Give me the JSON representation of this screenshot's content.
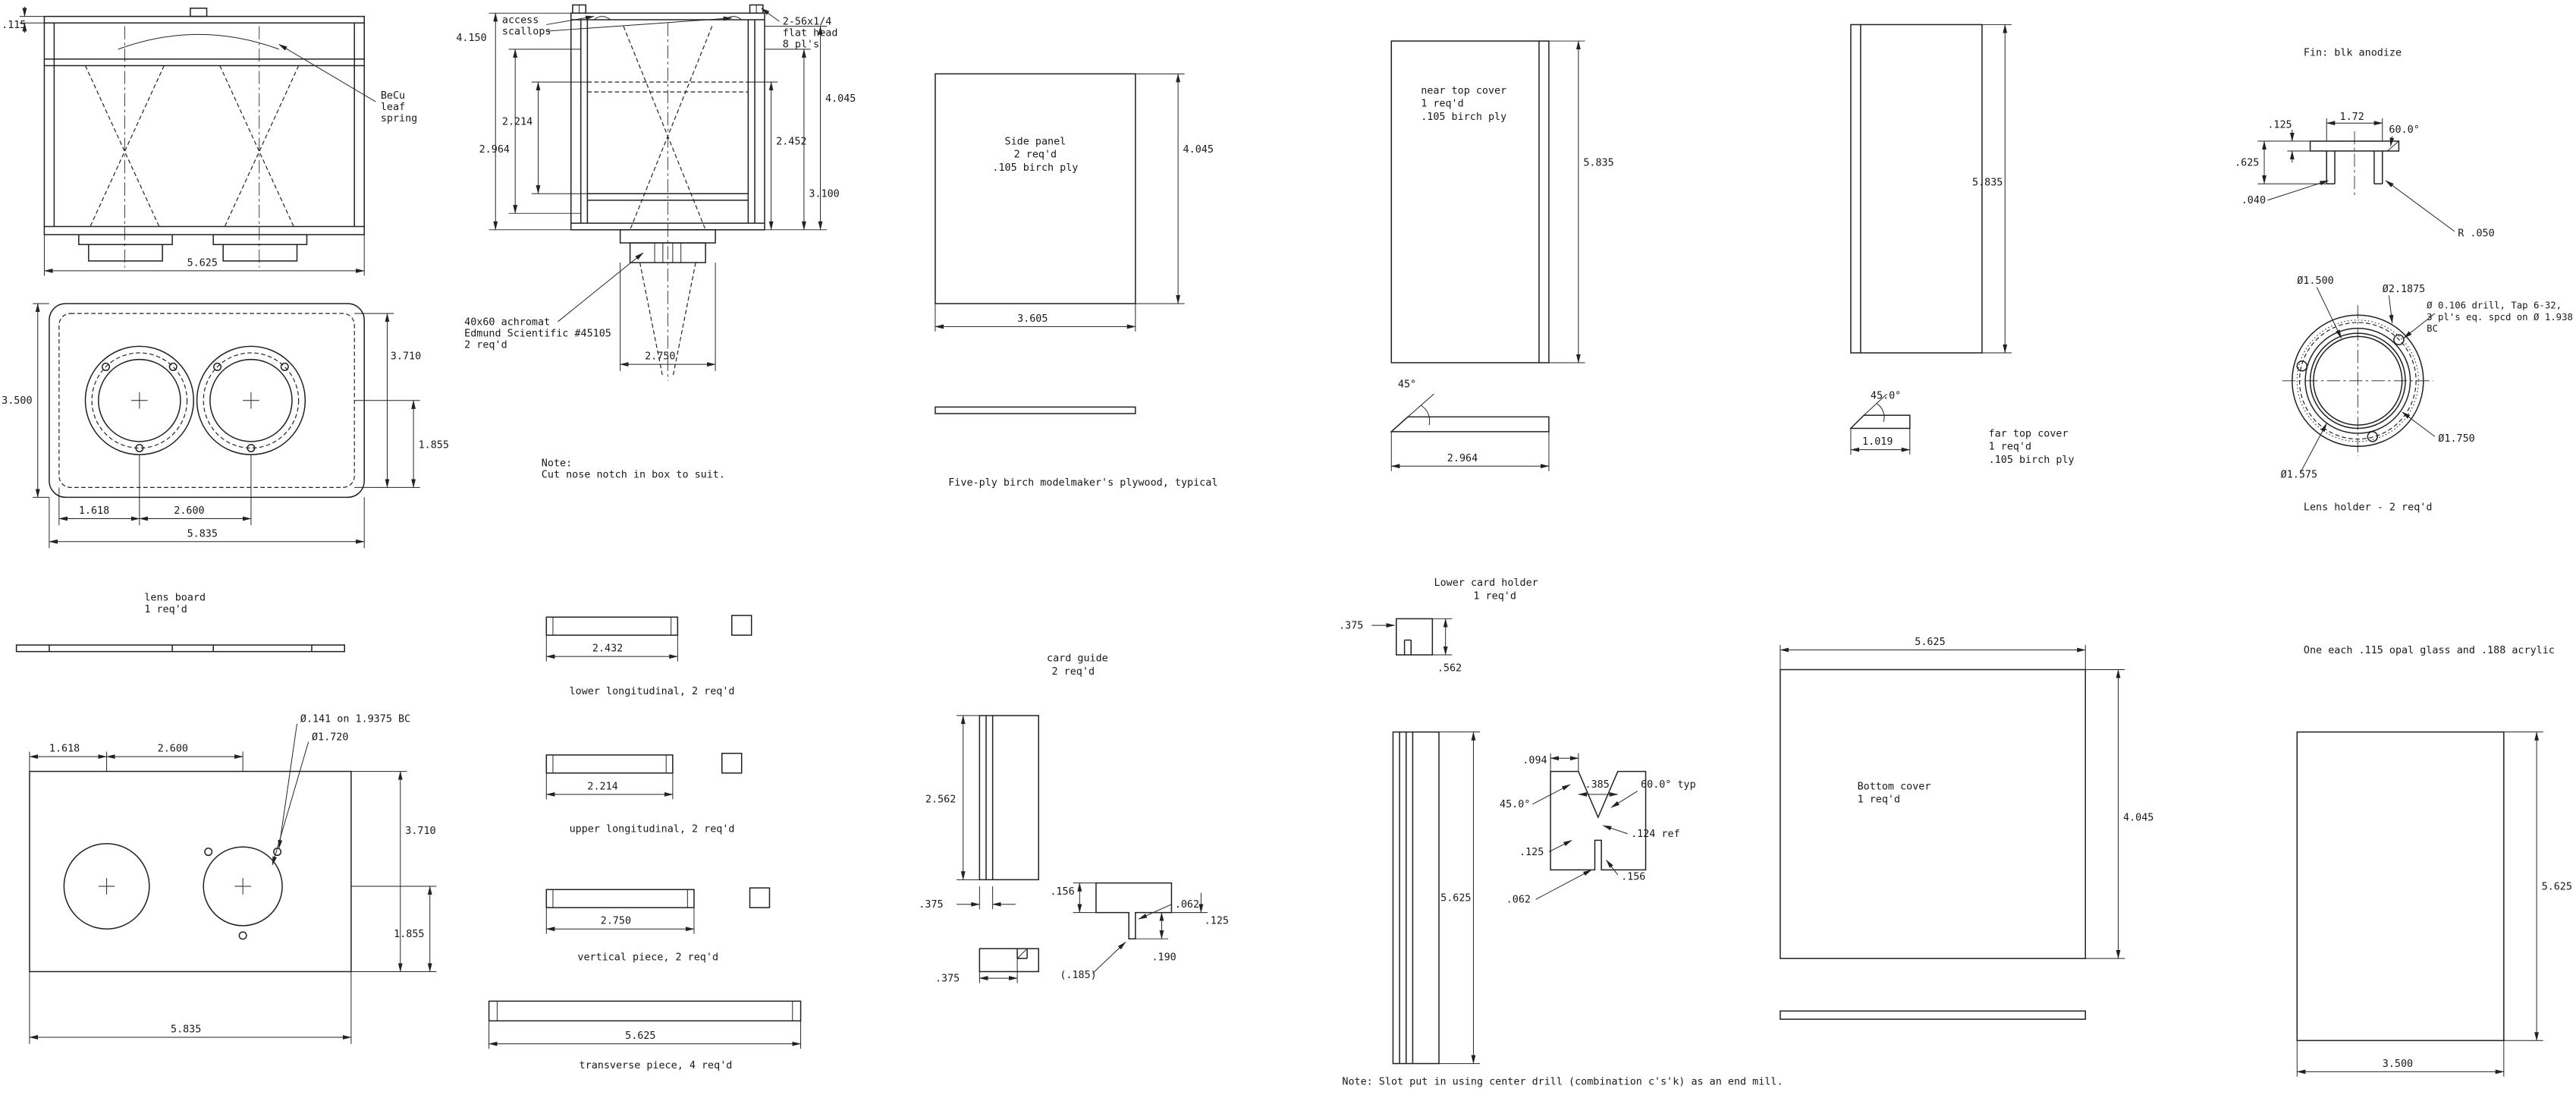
{
  "page": {
    "bg": "#ffffff",
    "line_color": "#222222"
  },
  "front_view": {
    "dim_lip": ".115",
    "dim_width": "5.625",
    "spring_note": [
      "BeCu",
      "leaf",
      "spring"
    ]
  },
  "plan_view": {
    "dim_depth": "3.500",
    "dim_inner_depth": "3.710",
    "dim_center_offset": "1.855",
    "dim_lens1": "1.618",
    "dim_lens_spacing": "2.600",
    "dim_width": "5.835",
    "label": [
      "lens board",
      "1 req'd"
    ]
  },
  "lens_board": {
    "dim_lens1": "1.618",
    "dim_lens_spacing": "2.600",
    "callout_bolt_circle": "Ø.141 on 1.9375 BC",
    "callout_bore": "Ø1.720",
    "dim_depth": "3.710",
    "dim_center_offset": "1.855",
    "dim_width": "5.835"
  },
  "section_view": {
    "callout_access": [
      "access",
      "scallops"
    ],
    "dim_height": "4.150",
    "dim_2214": "2.214",
    "dim_2964": "2.964",
    "dim_4045": "4.045",
    "dim_2452": "2.452",
    "dim_3100": "3.100",
    "callout_screws": [
      "2-56x1/4",
      "flat head",
      "8 pl's"
    ],
    "callout_lens": [
      "40x60 achromat",
      "Edmund Scientific #45105",
      "2 req'd"
    ],
    "dim_lens_width": "2.750",
    "note": [
      "Note:",
      "Cut nose notch in box to suit."
    ]
  },
  "parts": {
    "lower_longitudinal": {
      "dim": "2.432",
      "label": "lower longitudinal, 2 req'd"
    },
    "upper_longitudinal": {
      "dim": "2.214",
      "label": "upper longitudinal, 2 req'd"
    },
    "vertical_piece": {
      "dim": "2.750",
      "label": "vertical piece, 2 req'd"
    },
    "transverse_piece": {
      "dim": "5.625",
      "label": "transverse piece, 4 req'd"
    }
  },
  "side_panel": {
    "label": [
      "Side panel",
      "2 req'd",
      ".105 birch ply"
    ],
    "dim_height": "4.045",
    "dim_width": "3.605",
    "note": "Five-ply birch modelmaker's plywood, typical"
  },
  "card_guide": {
    "label": [
      "card guide",
      "2 req'd"
    ],
    "dim_height": "2.562",
    "dim_slot_offset": ".375",
    "dim_notch_offset": ".375",
    "detail": {
      "dim_156": ".156",
      "dim_062": ".062",
      "dim_125": ".125",
      "dim_190": ".190",
      "dim_185": "(.185)"
    }
  },
  "near_top_cover": {
    "label": [
      "near top cover",
      "1 req'd",
      ".105 birch ply"
    ],
    "dim_length": "5.835",
    "dim_angle": "45°",
    "dim_width": "2.964"
  },
  "lower_card_holder": {
    "label": [
      "Lower card holder",
      "1 req'd"
    ],
    "dim_375": ".375",
    "dim_562": ".562",
    "dim_length": "5.625",
    "detail": {
      "dim_094": ".094",
      "dim_angle45": "45.0°",
      "dim_385": ".385",
      "dim_angle60": "60.0° typ",
      "dim_124": ".124 ref",
      "dim_125": ".125",
      "dim_156": ".156",
      "dim_062": ".062"
    },
    "note": "Note: Slot put in using center drill (combination c's'k) as an end mill."
  },
  "far_top_cover": {
    "dim_length": "5.835",
    "dim_angle": "45.0°",
    "dim_width": "1.019",
    "label": [
      "far top cover",
      "1 req'd",
      ".105 birch ply"
    ]
  },
  "bottom_cover": {
    "label": [
      "Bottom cover",
      "1 req'd"
    ],
    "dim_width": "5.625",
    "dim_height": "4.045"
  },
  "lens_holder": {
    "finish": "Fin: blk anodize",
    "profile": {
      "dim_125": ".125",
      "dim_172": "1.72",
      "dim_angle": "60.0°",
      "dim_625": ".625",
      "dim_040": ".040",
      "dim_r": "R .050"
    },
    "face": {
      "dim_bore": "Ø1.500",
      "dim_od": "Ø2.1875",
      "callout_drill": [
        "Ø 0.106 drill, Tap 6-32,",
        "3 pl's eq. spcd on Ø 1.938",
        "BC"
      ],
      "dim_1750": "Ø1.750",
      "dim_1575": "Ø1.575"
    },
    "label": "Lens holder - 2 req'd"
  },
  "glass": {
    "note": "One each .115 opal glass and .188 acrylic",
    "dim_height": "5.625",
    "dim_width": "3.500"
  }
}
